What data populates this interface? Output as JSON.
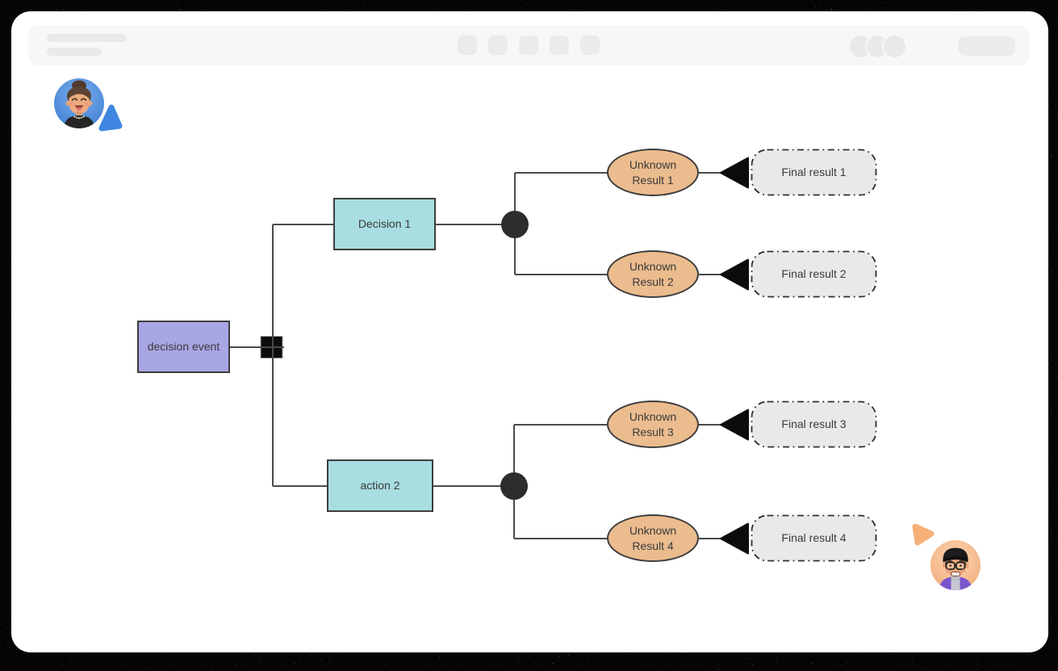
{
  "diagram": {
    "event_node": {
      "label": "decision event"
    },
    "decision_nodes": [
      {
        "label": "Decision 1"
      },
      {
        "label": "action 2"
      }
    ],
    "result_nodes": [
      {
        "line1": "Unknown",
        "line2": "Result 1"
      },
      {
        "line1": "Unknown",
        "line2": "Result 2"
      },
      {
        "line1": "Unknown",
        "line2": "Result 3"
      },
      {
        "line1": "Unknown",
        "line2": "Result 4"
      }
    ],
    "final_nodes": [
      {
        "label": "Final result 1"
      },
      {
        "label": "Final result 2"
      },
      {
        "label": "Final result 3"
      },
      {
        "label": "Final result 4"
      }
    ]
  },
  "colors": {
    "event_fill": "#a9a6e5",
    "decision_fill": "#a8dee1",
    "result_fill": "#ebbc8e",
    "final_fill": "#e8eaea",
    "shape_border": "#3d3d3d",
    "connector": "#4a4a4a",
    "junction_black": "#0c0c0c",
    "junction_dot": "#2d2d2d",
    "cursor_blue": "#3f87e0",
    "cursor_orange": "#f6b077"
  }
}
